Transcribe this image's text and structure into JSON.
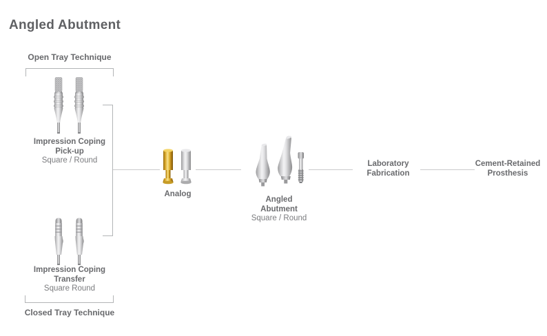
{
  "title": "Angled Abutment",
  "colors": {
    "title_text": "#5f6063",
    "label_text": "#696a6d",
    "variant_text": "#7b7c7f",
    "line": "#c9cacc",
    "bracket": "#b2b4b6",
    "analog_gold": "#e7b42c",
    "metal_silver": "#c8c8ca"
  },
  "diagram": {
    "open_tray": {
      "technique": "Open Tray Technique",
      "coping": {
        "line1": "Impression Coping",
        "line2": "Pick-up",
        "variant": "Square / Round"
      },
      "icons": [
        "impression-coping-pickup-square-icon",
        "impression-coping-pickup-round-icon"
      ]
    },
    "closed_tray": {
      "technique": "Closed Tray Technique",
      "coping": {
        "line1": "Impression Coping",
        "line2": "Transfer",
        "variant": "Square Round"
      },
      "icons": [
        "impression-coping-transfer-square-icon",
        "impression-coping-transfer-round-icon"
      ]
    },
    "analog": {
      "label": "Analog",
      "icons": [
        "analog-gold-icon",
        "analog-silver-icon"
      ]
    },
    "angled_abutment": {
      "line1": "Angled",
      "line2": "Abutment",
      "variant": "Square / Round",
      "icons": [
        "angled-abutment-square-icon",
        "angled-abutment-round-icon",
        "abutment-screw-icon"
      ]
    },
    "laboratory": {
      "line1": "Laboratory",
      "line2": "Fabrication"
    },
    "prosthesis": {
      "line1": "Cement-Retained",
      "line2": "Prosthesis"
    }
  }
}
